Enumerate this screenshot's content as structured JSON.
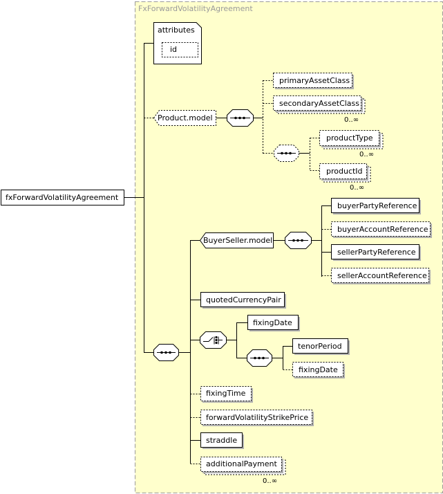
{
  "container": {
    "title": "FxForwardVolatilityAgreement"
  },
  "root": {
    "label": "fxForwardVolatilityAgreement"
  },
  "attributes": {
    "title": "attributes",
    "items": [
      "id"
    ]
  },
  "product_model": {
    "label": "Product.model",
    "elements": [
      "primaryAssetClass",
      "secondaryAssetClass",
      "productType",
      "productId"
    ],
    "cardinality": [
      "0..∞",
      "0..∞",
      "0..∞"
    ]
  },
  "buyer_seller_model": {
    "label": "BuyerSeller.model",
    "elements": [
      "buyerPartyReference",
      "buyerAccountReference",
      "sellerPartyReference",
      "sellerAccountReference"
    ]
  },
  "sequence_elements": {
    "quotedCurrencyPair": "quotedCurrencyPair",
    "fixingDate": "fixingDate",
    "tenorPeriod": "tenorPeriod",
    "fixingDate2": "fixingDate",
    "fixingTime": "fixingTime",
    "forwardVolatilityStrikePrice": "forwardVolatilityStrikePrice",
    "straddle": "straddle",
    "additionalPayment": "additionalPayment",
    "additionalPaymentCardinality": "0..∞"
  },
  "colors": {
    "container_fill": "#ffffcc",
    "container_border": "#999999",
    "box_fill": "#ffffff",
    "shadow": "#b0b0b0"
  }
}
